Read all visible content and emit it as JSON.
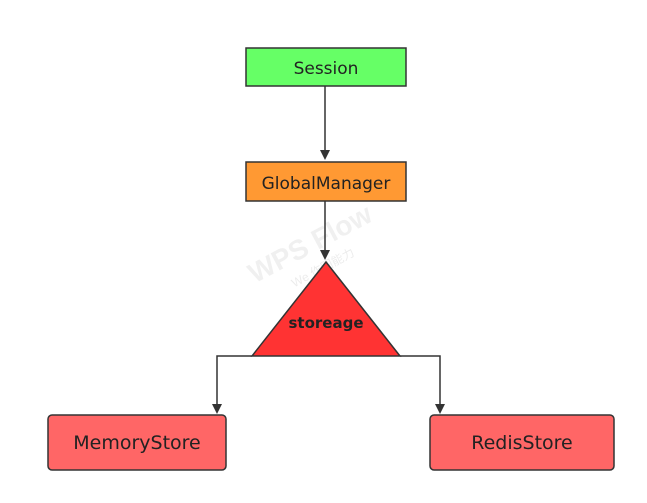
{
  "nodes": {
    "session": {
      "label": "Session",
      "fill": "#66ff66"
    },
    "global_manager": {
      "label": "GlobalManager",
      "fill": "#ff9933"
    },
    "storage": {
      "label": "storeage",
      "fill": "#ff3333"
    },
    "memory_store": {
      "label": "MemoryStore",
      "fill": "#ff6666"
    },
    "redis_store": {
      "label": "RedisStore",
      "fill": "#ff6666"
    }
  },
  "edges": [
    {
      "from": "Session",
      "to": "GlobalManager"
    },
    {
      "from": "GlobalManager",
      "to": "storeage"
    },
    {
      "from": "storeage",
      "to": "MemoryStore"
    },
    {
      "from": "storeage",
      "to": "RedisStore"
    }
  ],
  "watermark": {
    "brand": "WPS Flow",
    "tagline": "We 作图能力"
  },
  "colors": {
    "stroke": "#333333",
    "connector": "#333333"
  }
}
